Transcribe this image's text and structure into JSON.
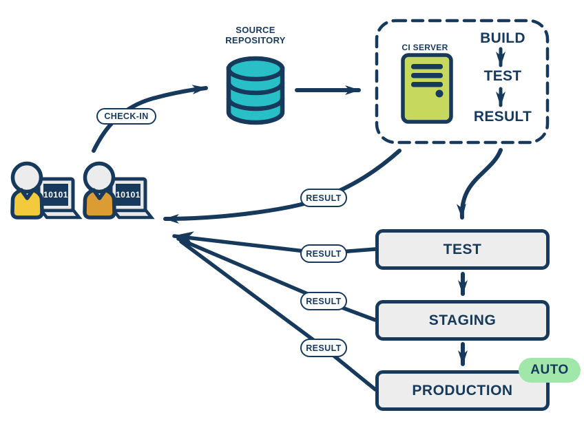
{
  "colors": {
    "navy": "#16395C",
    "teal": "#28C0C6",
    "lime": "#C6D95D",
    "yellow": "#F2CA3C",
    "amber": "#DB9D33",
    "light_gray": "#EDEDED",
    "badge_green": "#A2E7AA",
    "white": "#FFFFFF"
  },
  "developers": {
    "laptop_screen_text": "10101"
  },
  "pills": {
    "check_in": "CHECK-IN",
    "result": "RESULT"
  },
  "source_repository": {
    "line1": "SOURCE",
    "line2": "REPOSITORY"
  },
  "ci_server": {
    "label": "CI SERVER",
    "steps": [
      "BUILD",
      "TEST",
      "RESULT"
    ]
  },
  "environments": [
    {
      "label": "TEST"
    },
    {
      "label": "STAGING"
    },
    {
      "label": "PRODUCTION",
      "badge": "AUTO"
    }
  ]
}
